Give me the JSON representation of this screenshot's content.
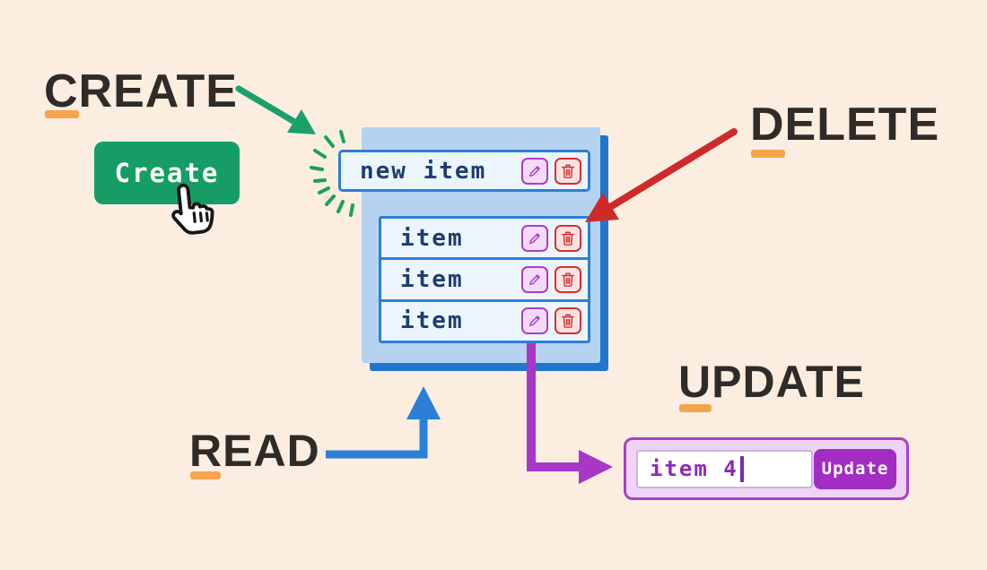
{
  "headings": {
    "create": "CREATE",
    "delete": "DELETE",
    "read": "READ",
    "update": "UPDATE"
  },
  "create_section": {
    "button_label": "Create"
  },
  "list_panel": {
    "new_item_label": "new item",
    "items": [
      {
        "label": "item"
      },
      {
        "label": "item"
      },
      {
        "label": "item"
      }
    ]
  },
  "update_section": {
    "input_value": "item 4",
    "button_label": "Update"
  },
  "icons": {
    "edit": "pencil-icon",
    "delete": "trash-icon",
    "cursor": "hand-pointer-icon",
    "new_item_highlight": "sparkle-burst-icon"
  },
  "colors": {
    "background": "#fbeee0",
    "heading_text": "#2e2b29",
    "accent_underline": "#f6a44c",
    "create_green": "#169d66",
    "panel_bg": "#b5d2f0",
    "panel_shadow_blue": "#2176cc",
    "row_border_blue": "#2b7fd6",
    "row_bg": "#ecf5fc",
    "item_text_navy": "#1e3c72",
    "edit_purple": "#a93fc6",
    "delete_red": "#d63030",
    "red_arrow": "#cf2a2a",
    "blue_arrow": "#2b7fd6",
    "green_arrow": "#1aa06b",
    "purple_arrow": "#a837c8",
    "update_box_bg": "#f0d4f7",
    "update_button_bg": "#a32cc4",
    "input_text_purple": "#8e2ab4"
  }
}
